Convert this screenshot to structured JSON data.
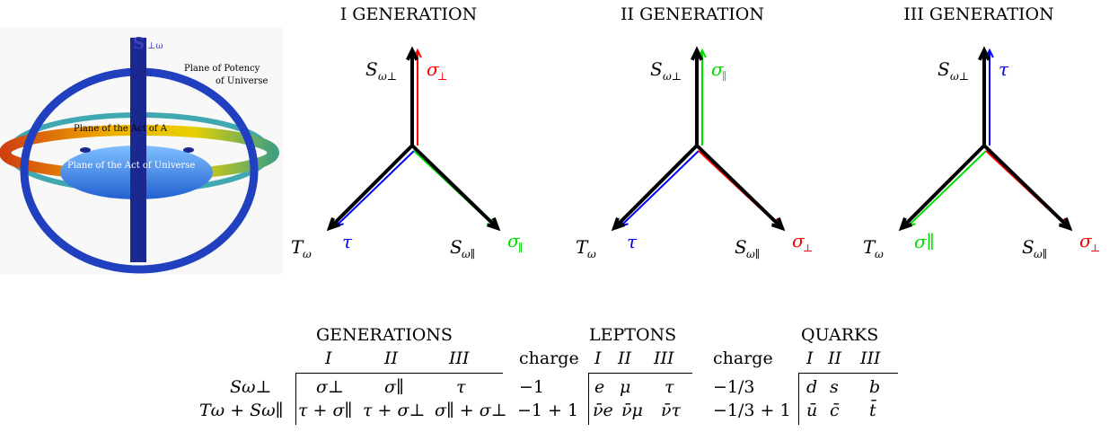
{
  "figure": {
    "image": {
      "label_s": "S",
      "label_s_sub": "⊥ω",
      "plane_potency_1": "Plane of Potency",
      "plane_potency_2": "of Universe",
      "plane_act_a": "Plane of the Act of A",
      "plane_act_universe": "Plane of the Act of Universe"
    },
    "generations": [
      {
        "title": "I GENERATION",
        "top_left": "S",
        "top_left_sub": "ω⊥",
        "top_right": "σ",
        "top_right_sub": "⊥",
        "bottom_left": "T",
        "bottom_left_sub": "ω",
        "bottom_left_greek": "τ",
        "bottom_right": "S",
        "bottom_right_sub": "ω∥",
        "bottom_right_greek": "σ",
        "bottom_right_greek_sub": "∥",
        "colors": {
          "up": "#ff0000",
          "left": "#0000ff",
          "right": "#00e000"
        }
      },
      {
        "title": "II GENERATION",
        "top_left": "S",
        "top_left_sub": "ω⊥",
        "top_right": "σ",
        "top_right_sub": "∥",
        "bottom_left": "T",
        "bottom_left_sub": "ω",
        "bottom_left_greek": "τ",
        "bottom_right": "S",
        "bottom_right_sub": "ω∥",
        "bottom_right_greek": "σ",
        "bottom_right_greek_sub": "⊥",
        "colors": {
          "up": "#00e000",
          "left": "#0000ff",
          "right": "#ff0000"
        }
      },
      {
        "title": "III GENERATION",
        "top_left": "S",
        "top_left_sub": "ω⊥",
        "top_right": "τ",
        "top_right_sub": "",
        "bottom_left": "T",
        "bottom_left_sub": "ω",
        "bottom_left_greek": "σ∥",
        "bottom_right": "S",
        "bottom_right_sub": "ω∥",
        "bottom_right_greek": "σ",
        "bottom_right_greek_sub": "⊥",
        "colors": {
          "up": "#0000ff",
          "left": "#00e000",
          "right": "#ff0000"
        }
      }
    ]
  },
  "table": {
    "headers": {
      "generations": "GENERATIONS",
      "leptons": "LEPTONS",
      "quarks": "QUARKS",
      "charge1": "charge",
      "charge2": "charge"
    },
    "subheaders": {
      "gen": [
        "I",
        "II",
        "III"
      ],
      "lep": [
        "I",
        "II",
        "III"
      ],
      "qrk": [
        "I",
        "II",
        "III"
      ]
    },
    "rows": [
      {
        "label": "Sω⊥",
        "gen": [
          "σ⊥",
          "σ∥",
          "τ"
        ],
        "charge1": "−1",
        "lep": [
          "e",
          "μ",
          "τ"
        ],
        "charge2": "−1/3",
        "qrk": [
          "d",
          "s",
          "b"
        ]
      },
      {
        "label": "Tω + Sω∥",
        "gen": [
          "τ + σ∥",
          "τ + σ⊥",
          "σ∥ + σ⊥"
        ],
        "charge1": "−1 + 1",
        "lep": [
          "ν̄e",
          "ν̄μ",
          "ν̄τ"
        ],
        "charge2": "−1/3 + 1",
        "qrk": [
          "ū",
          "c̄",
          "t̄"
        ]
      }
    ]
  }
}
